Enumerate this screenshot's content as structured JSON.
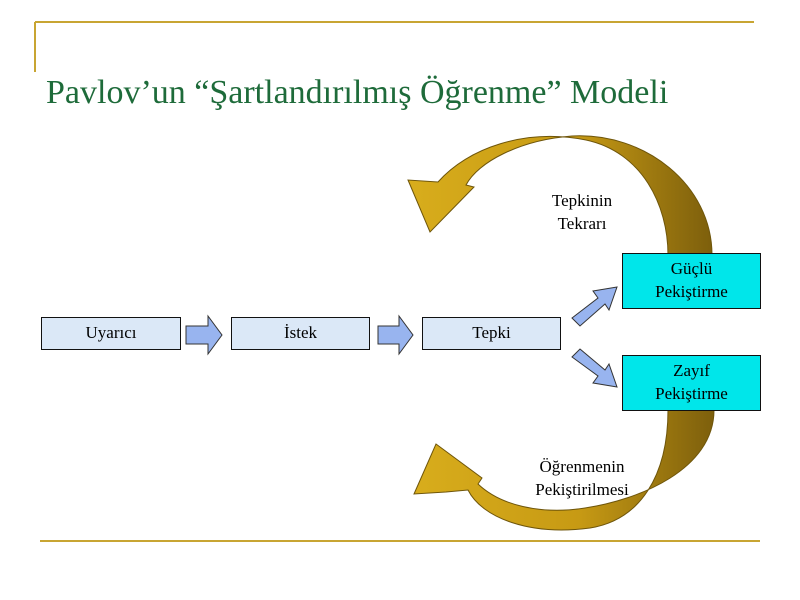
{
  "slide": {
    "title": "Pavlov’un “Şartlandırılmış Öğrenme” Modeli",
    "accent_color": "#c8a532",
    "title_color": "#1e6b3a"
  },
  "diagram": {
    "nodes": {
      "uyarici": "Uyarıcı",
      "istek": "İstek",
      "tepki": "Tepki",
      "guclu": [
        "Güçlü",
        "Pekiştirme"
      ],
      "zayif": [
        "Zayıf",
        "Pekiştirme"
      ]
    },
    "loop_labels": {
      "top": [
        "Tepkinin",
        "Tekrarı"
      ],
      "bottom": [
        "Öğrenmenin",
        "Pekiştirilmesi"
      ]
    },
    "colors": {
      "box_fill": "#dbe8f7",
      "reinforce_fill": "#00e6ea",
      "arrow_fill": "#98b4ef",
      "curve_light": "#d4a615",
      "curve_dark": "#8a6a10"
    }
  }
}
